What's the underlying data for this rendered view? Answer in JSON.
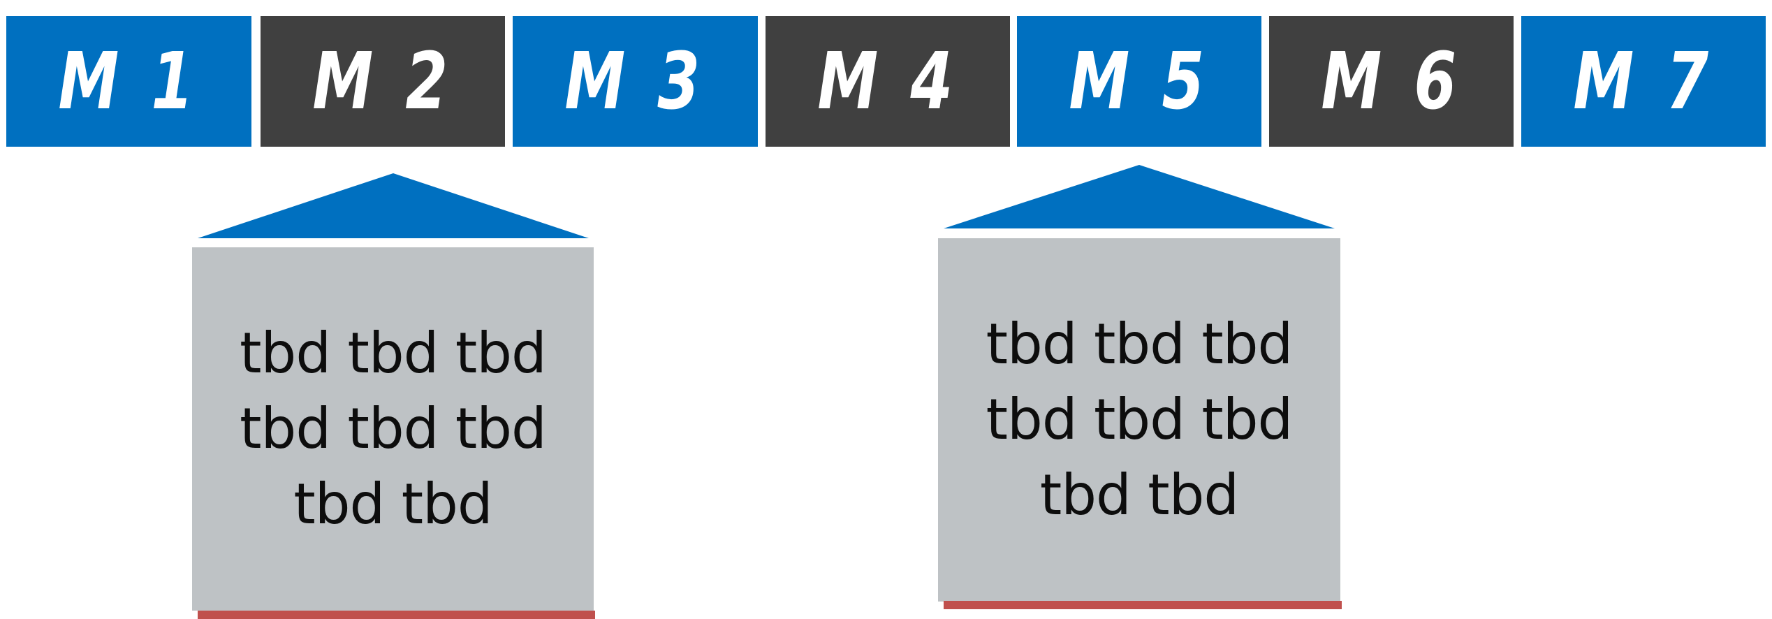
{
  "colors": {
    "blue": "#0070c0",
    "dark": "#404040",
    "callout_fill": "#bec2c5",
    "accent_red": "#c0504d",
    "label_text": "#ffffff",
    "callout_text": "#0d0d0d"
  },
  "milestones": [
    {
      "label": "M 1",
      "color": "#0070c0"
    },
    {
      "label": "M 2",
      "color": "#404040"
    },
    {
      "label": "M 3",
      "color": "#0070c0"
    },
    {
      "label": "M 4",
      "color": "#404040"
    },
    {
      "label": "M 5",
      "color": "#0070c0"
    },
    {
      "label": "M 6",
      "color": "#404040"
    },
    {
      "label": "M 7",
      "color": "#0070c0"
    }
  ],
  "callouts": [
    {
      "target": "M 2",
      "lines": [
        "tbd tbd tbd",
        "tbd tbd tbd",
        "tbd tbd"
      ]
    },
    {
      "target": "M 5",
      "lines": [
        "tbd tbd tbd",
        "tbd tbd tbd",
        "tbd tbd"
      ]
    }
  ]
}
